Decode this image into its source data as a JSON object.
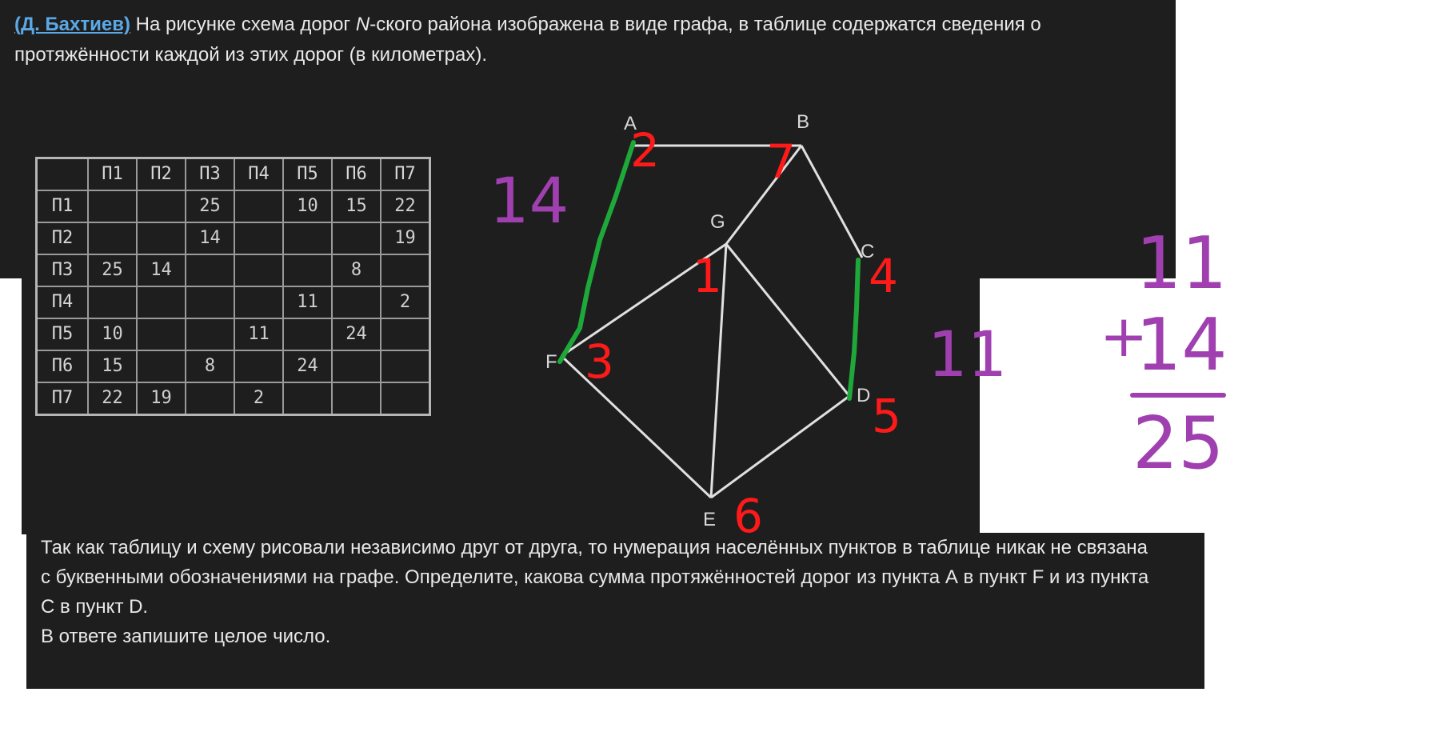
{
  "intro": {
    "author_link": "(Д. Бахтиев)",
    "line1_rest": " На рисунке схема дорог ",
    "line1_italic": "N",
    "line1_end": "-ского района изображена в виде графа, в таблице содержатся сведения о",
    "line2": "протяжённости каждой из этих дорог (в километрах)."
  },
  "table": {
    "headers": [
      "П1",
      "П2",
      "П3",
      "П4",
      "П5",
      "П6",
      "П7"
    ],
    "rows": [
      {
        "label": "П1",
        "cells": [
          "",
          "",
          "25",
          "",
          "10",
          "15",
          "22"
        ]
      },
      {
        "label": "П2",
        "cells": [
          "",
          "",
          "14",
          "",
          "",
          "",
          "19"
        ]
      },
      {
        "label": "П3",
        "cells": [
          "25",
          "14",
          "",
          "",
          "",
          "8",
          ""
        ]
      },
      {
        "label": "П4",
        "cells": [
          "",
          "",
          "",
          "",
          "11",
          "",
          "2"
        ]
      },
      {
        "label": "П5",
        "cells": [
          "10",
          "",
          "",
          "11",
          "",
          "24",
          ""
        ]
      },
      {
        "label": "П6",
        "cells": [
          "15",
          "",
          "8",
          "",
          "24",
          "",
          ""
        ]
      },
      {
        "label": "П7",
        "cells": [
          "22",
          "19",
          "",
          "2",
          "",
          "",
          ""
        ]
      }
    ]
  },
  "graph": {
    "vertex_labels": {
      "A": "A",
      "B": "B",
      "C": "C",
      "D": "D",
      "E": "E",
      "F": "F",
      "G": "G"
    },
    "degree_marks": {
      "A": "2",
      "B": "7",
      "C": "4",
      "D": "5",
      "E": "6",
      "F": "3",
      "G": "1"
    },
    "edge_note_af": "14",
    "edge_note_cd": "11"
  },
  "calc": {
    "a": "11",
    "op": "+",
    "b": "14",
    "result": "25"
  },
  "question": {
    "lines": [
      "Так как таблицу и схему рисовали независимо друг от друга, то нумерация населённых пунктов в таблице никак не связана",
      "с буквенными обозначениями на графе. Определите, какова сумма протяжённостей дорог из пункта А в пункт F и из пункта",
      "С в пункт D.",
      "В ответе запишите целое число."
    ]
  },
  "colors": {
    "graph_edge": "#e0e0e0",
    "highlight": "#1fa83a",
    "degree_mark": "#ff1a1a",
    "note": "#a040b0",
    "link": "#5aa9e6"
  }
}
